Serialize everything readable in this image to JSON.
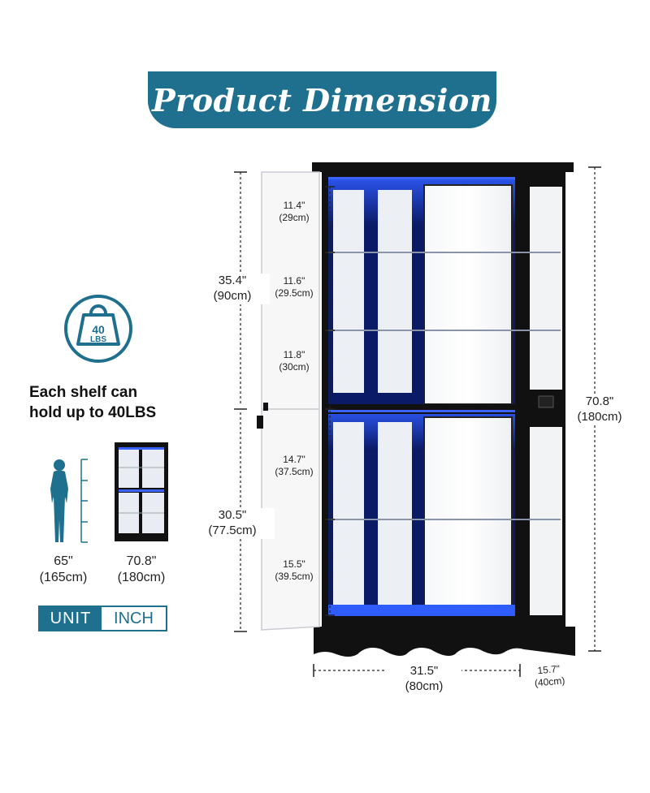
{
  "title": "Product Dimension",
  "weight_badge": {
    "value": "40",
    "unit": "LBS",
    "icon": "weight-icon",
    "color": "#1f6f8e"
  },
  "capacity_note": {
    "line1": "Each shelf can",
    "line2": "hold up to 40LBS"
  },
  "comparison": {
    "person": {
      "icon": "person-silhouette-icon",
      "height_in": "65\"",
      "height_cm": "(165cm)"
    },
    "cabinet": {
      "icon": "cabinet-icon",
      "height_in": "70.8\"",
      "height_cm": "(180cm)"
    }
  },
  "unit_toggle": {
    "label_unit": "UNIT",
    "label_inch": "INCH"
  },
  "dimensions": {
    "upper_door": {
      "in": "35.4\"",
      "cm": "(90cm)"
    },
    "lower_door": {
      "in": "30.5\"",
      "cm": "(77.5cm)"
    },
    "total_height": {
      "in": "70.8\"",
      "cm": "(180cm)"
    },
    "width": {
      "in": "31.5\"",
      "cm": "(80cm)"
    },
    "depth": {
      "in": "15.7\"",
      "cm": "(40cm)"
    }
  },
  "shelf_spacing": [
    {
      "in": "11.4\"",
      "cm": "(29cm)"
    },
    {
      "in": "11.6\"",
      "cm": "(29.5cm)"
    },
    {
      "in": "11.8\"",
      "cm": "(30cm)"
    },
    {
      "in": "14.7\"",
      "cm": "(37.5cm)"
    },
    {
      "in": "15.5\"",
      "cm": "(39.5cm)"
    }
  ],
  "colors": {
    "accent": "#1f6f8e",
    "led": "#2f5cff",
    "frame": "#111111"
  }
}
